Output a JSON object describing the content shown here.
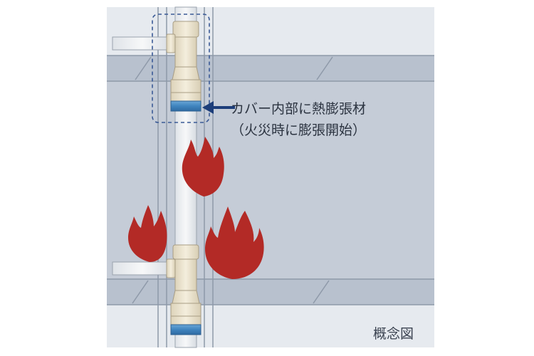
{
  "callout": {
    "line1": "カバー内部に熱膨張材",
    "line2": "（火災時に膨張開始）"
  },
  "caption": "概念図",
  "colors": {
    "wall": "#c9d0da",
    "slab": "#b3bccb",
    "cavity": "#e4e8ee",
    "pipe": "#f3f4f6",
    "fitting": "#ede4cf",
    "intumescent_band": "#4a8fc4",
    "flame": "#b32a26",
    "arrow": "#1d3e7a",
    "dashed_outline": "#3a5a96"
  },
  "icons": [
    "flame-icon",
    "arrow-left-icon"
  ]
}
